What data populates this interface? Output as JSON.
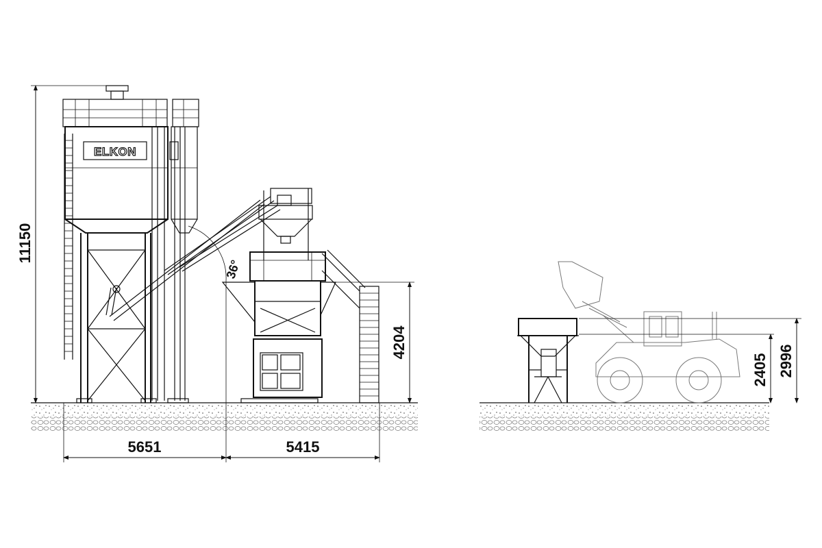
{
  "brand_label": "ELKON",
  "dimensions": {
    "total_height": "11150",
    "silo_width": "5651",
    "mixer_width": "5415",
    "mixer_height": "4204",
    "hopper_height": "2405",
    "loader_height": "2996"
  },
  "angle_label": "36°"
}
